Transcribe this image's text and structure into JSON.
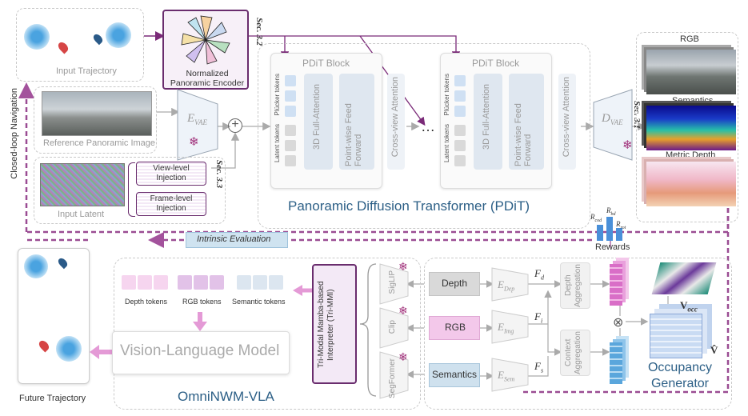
{
  "top": {
    "input_trajectory": "Input Trajectory",
    "npe_title": "Normalized Panoramic Encoder",
    "sec_32": "Sec. 3.2",
    "ref_image": "Reference Panoramic Image",
    "e_vae": "E",
    "e_vae_sub": "VAE",
    "input_latent": "Input Latent",
    "view_injection": "View-level Injection",
    "frame_injection": "Frame-level Injection",
    "sec_33": "Sec. 3.3",
    "closed_loop": "Closed-loop Navigation",
    "pdit_block": "PDiT Block",
    "plucker": "Plücker tokens",
    "latent_tokens": "Latent tokens",
    "full_attn": "3D Full-Attention",
    "pointwise": "Point-wise Feed Forward",
    "crossview": "Cross-view Attention",
    "ellipsis": "…",
    "pdit_title": "Panoramic Diffusion Transformer (PDiT)",
    "d_vae": "D",
    "d_vae_sub": "VAE",
    "sec_31": "Sec. 3.1",
    "rgb": "RGB",
    "semantics": "Semantics",
    "metric_depth": "Metric Depth"
  },
  "bottom": {
    "intrinsic_eval": "Intrinsic Evaluation",
    "rewards": "Rewards",
    "r_cod": "R",
    "r_cod_sub": "cod",
    "r_bd": "R",
    "r_bd_sub": "bd",
    "r_rot": "R",
    "r_rot_sub": "rot",
    "future_trajectory": "Future Trajectory",
    "depth_tokens": "Depth tokens",
    "rgb_tokens": "RGB tokens",
    "semantic_tokens": "Semantic tokens",
    "vlm": "Vision-Language Model",
    "vla_title": "OmniNWM-VLA",
    "trimmi": "Tri-Modal Mamba-based Interpreter (Tri-MMI)",
    "siglip": "SigLIP",
    "clip": "Clip",
    "segformer": "SegFormer",
    "depth": "Depth",
    "rgb": "RGB",
    "sem": "Semantics",
    "e_dep": "E",
    "e_dep_sub": "Dep",
    "e_img": "E",
    "e_img_sub": "Img",
    "e_sem": "E",
    "e_sem_sub": "Sem",
    "f_d": "F",
    "f_d_sub": "d",
    "f_i": "F",
    "f_i_sub": "i",
    "f_s": "F",
    "f_s_sub": "s",
    "depth_agg": "Depth Aggregation",
    "context_agg": "Context Aggregation",
    "otimes": "⊗",
    "v_occ": "V",
    "v_occ_sub": "occ",
    "v_hat": "V̂",
    "occ_gen": "Occupancy Generator"
  },
  "colors": {
    "purple_arrow": "#7a2a78",
    "dashed_purple": "#9a4c93",
    "title_blue": "#2c5f86",
    "token_blue": "#cfe0f3",
    "token_gray": "#d9d9d9",
    "pink_token": "#f3c6ea",
    "gray_block": "#dfe7f0"
  },
  "icons": [
    "snowflake-icon",
    "plus-circle-icon",
    "location-pin-icon",
    "car-marker-icon"
  ]
}
